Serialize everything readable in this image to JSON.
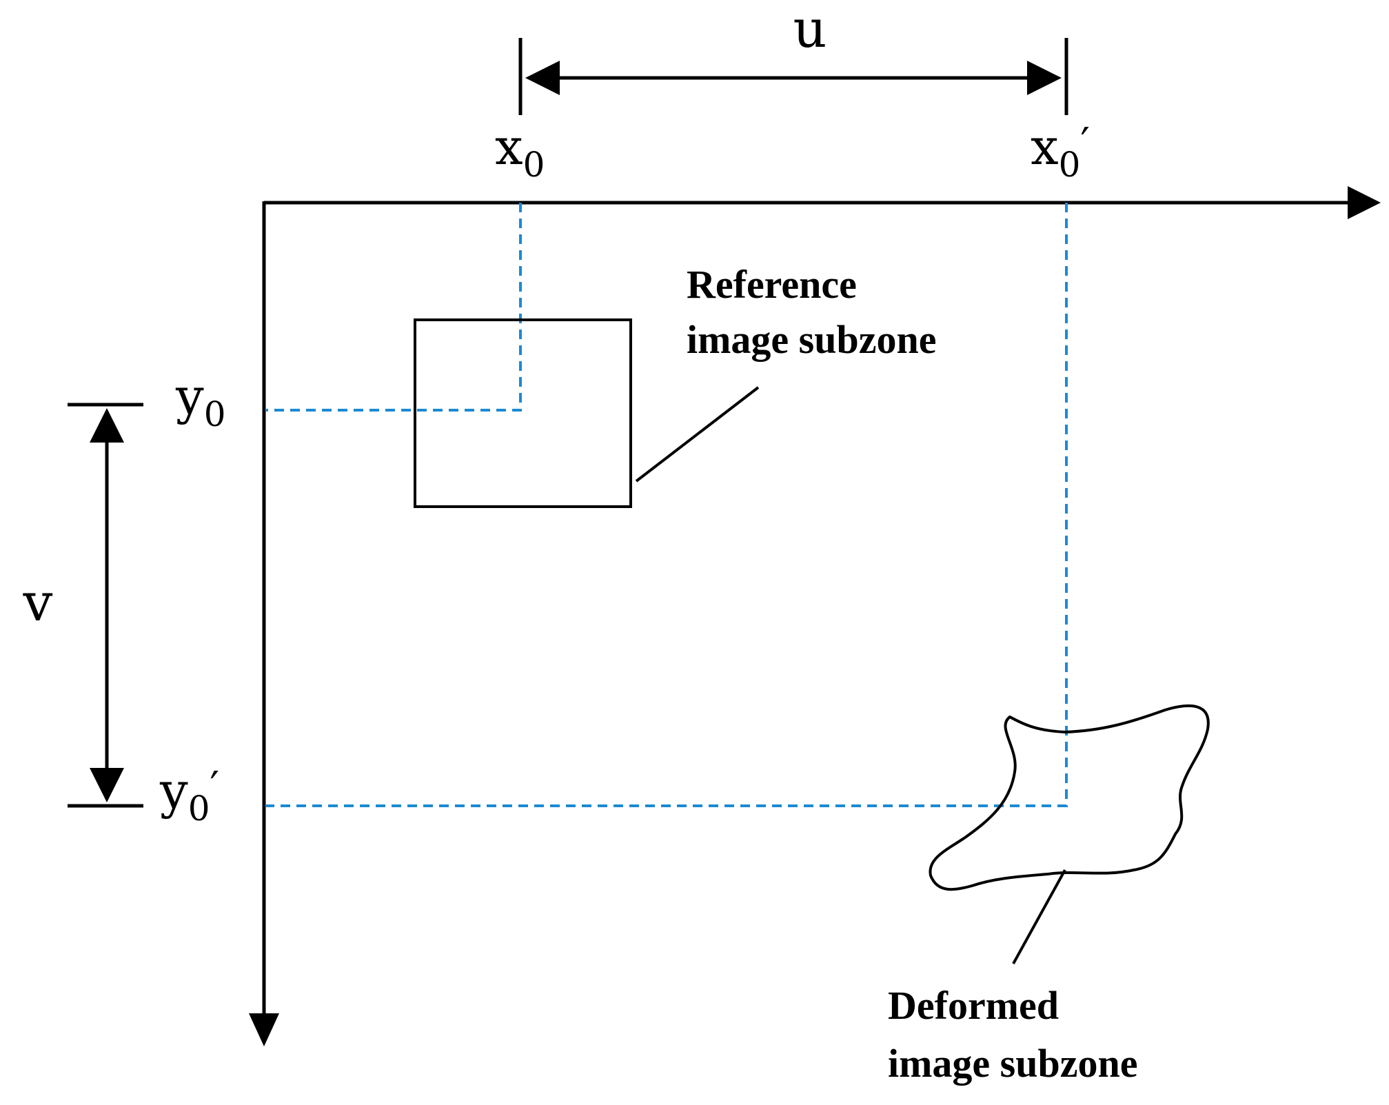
{
  "labels": {
    "u": "u",
    "v": "v",
    "x0": "x",
    "x0_sub": "0",
    "x0p": "x",
    "x0p_sub": "0",
    "x0p_prime": "′",
    "y0": "y",
    "y0_sub": "0",
    "y0p": "y",
    "y0p_sub": "0",
    "y0p_prime": "′",
    "reference_line1": "Reference",
    "reference_line2": "image subzone",
    "deformed_line1": "Deformed",
    "deformed_line2": "image subzone"
  },
  "colors": {
    "axes": "#000000",
    "guides": "#1a8ad4"
  }
}
